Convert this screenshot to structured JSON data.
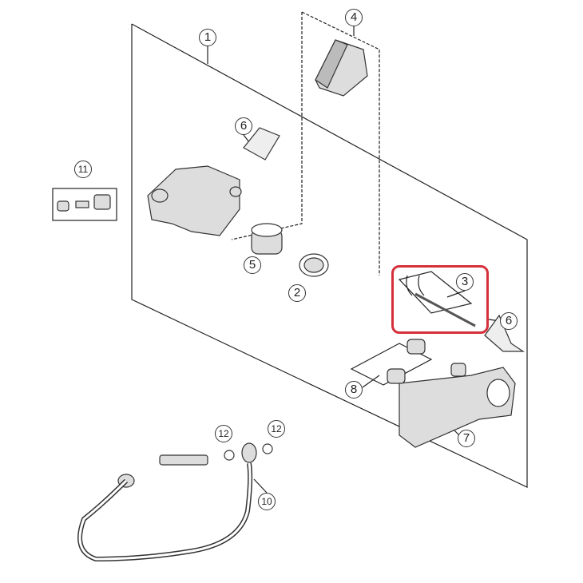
{
  "diagram": {
    "title": "Rear brake caliper exploded parts diagram",
    "highlight_color": "#d5303a",
    "callouts": [
      {
        "id": "c1",
        "label": "1"
      },
      {
        "id": "c4",
        "label": "4"
      },
      {
        "id": "c6a",
        "label": "6"
      },
      {
        "id": "c11",
        "label": "11"
      },
      {
        "id": "c5",
        "label": "5"
      },
      {
        "id": "c2",
        "label": "2"
      },
      {
        "id": "c3",
        "label": "3"
      },
      {
        "id": "c6b",
        "label": "6"
      },
      {
        "id": "c8",
        "label": "8"
      },
      {
        "id": "c7",
        "label": "7"
      },
      {
        "id": "c12a",
        "label": "12"
      },
      {
        "id": "c12b",
        "label": "12"
      },
      {
        "id": "c10",
        "label": "10"
      }
    ],
    "highlighted_part": "3"
  }
}
